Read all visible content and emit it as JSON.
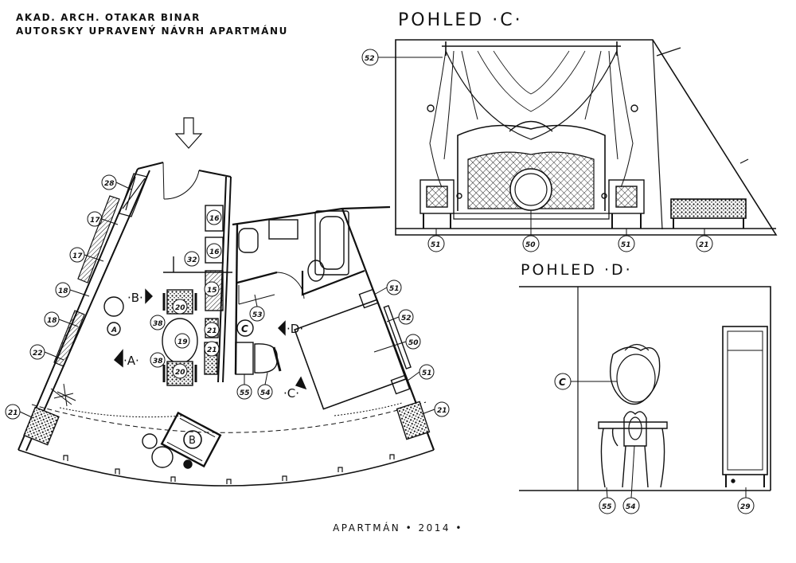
{
  "header": {
    "line1": "AKAD. ARCH. OTAKAR BINAR",
    "line2": "AUTORSKY UPRAVENÝ NÁVRH APARTMÁNU"
  },
  "view_c": {
    "title": "POHLED ·C·"
  },
  "view_d": {
    "title": "POHLED ·D·"
  },
  "footer": "APARTMÁN • 2014 •",
  "plan": {
    "markers": {
      "b_view": "·B·",
      "a_view": "·A·",
      "d_view": "·D·",
      "c_view": "·C·",
      "a_circle": "A",
      "b_circle": "B",
      "c_circle": "C"
    },
    "numbers": {
      "n28": "28",
      "n17a": "17",
      "n17b": "17",
      "n18a": "18",
      "n18b": "18",
      "n22": "22",
      "n21a": "21",
      "n21b": "21",
      "n16a": "16",
      "n16b": "16",
      "n32": "32",
      "n15": "15",
      "n20a": "20",
      "n20b": "20",
      "n38a": "38",
      "n38b": "38",
      "n19": "19",
      "n21c": "21",
      "n21d": "21",
      "n53": "53",
      "n55": "55",
      "n54": "54",
      "n51a": "51",
      "n52": "52",
      "n50": "50",
      "n51b": "51"
    }
  },
  "elev_c": {
    "numbers": {
      "n52": "52",
      "n51a": "51",
      "n50": "50",
      "n51b": "51",
      "n21": "21"
    }
  },
  "elev_d": {
    "numbers": {
      "c": "C",
      "n55": "55",
      "n54": "54",
      "n29": "29"
    }
  }
}
